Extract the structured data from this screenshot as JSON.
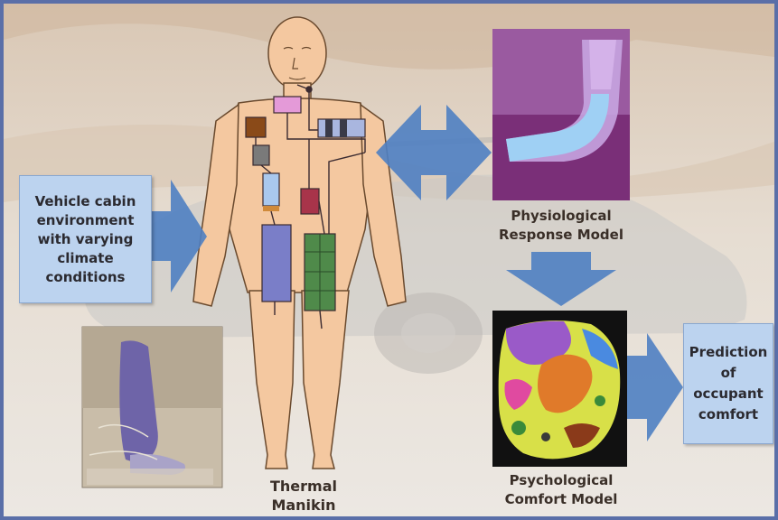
{
  "nodes": {
    "vehicle_env": {
      "lines": [
        "Vehicle cabin",
        "environment",
        "with varying",
        "climate",
        "conditions"
      ]
    },
    "manikin": {
      "lines": [
        "Thermal",
        "Manikin"
      ]
    },
    "physio": {
      "lines": [
        "Physiological",
        "Response Model"
      ]
    },
    "psycho": {
      "lines": [
        "Psychological",
        "Comfort Model"
      ]
    },
    "prediction": {
      "lines": [
        "Prediction",
        "of",
        "occupant",
        "comfort"
      ]
    }
  },
  "colors": {
    "frame": "#5a6fa8",
    "arrow": "#4f7fc2",
    "skin": "#f4c8a0",
    "label_box": "#bcd3ef"
  }
}
